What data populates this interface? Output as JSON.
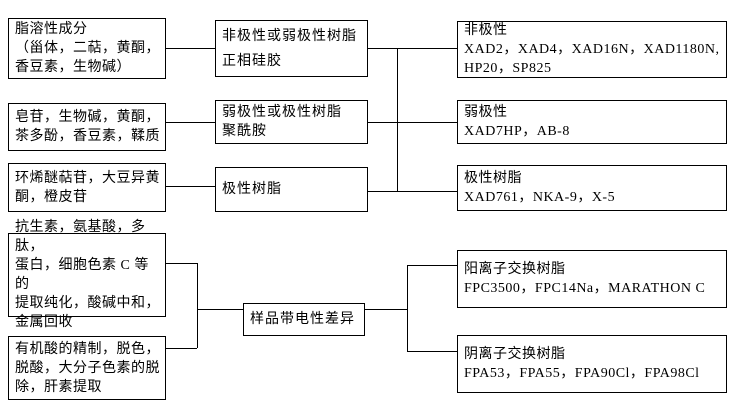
{
  "colors": {
    "box_border": "#000000",
    "connector": "#000000",
    "background": "#ffffff",
    "text": "#000000"
  },
  "diagram": {
    "left": {
      "box1": {
        "lines": [
          "脂溶性成分",
          "（甾体，二萜，黄酮，",
          "香豆素，生物碱）"
        ]
      },
      "box2": {
        "lines": [
          "皂苷，生物碱，黄酮，",
          "茶多酚，香豆素，鞣质"
        ]
      },
      "box3": {
        "lines": [
          "环烯醚萜苷，大豆异黄",
          "酮，橙皮苷"
        ]
      },
      "box4": {
        "lines": [
          "抗生素，氨基酸，多肽，",
          "蛋白，细胞色素 C 等的",
          "提取纯化，酸碱中和，",
          "金属回收"
        ]
      },
      "box5": {
        "lines": [
          "有机酸的精制，脱色，",
          "脱酸，大分子色素的脱",
          "除，肝素提取"
        ]
      }
    },
    "middle": {
      "box1": {
        "lines": [
          "非极性或弱极性树脂",
          "正相硅胶"
        ]
      },
      "box2": {
        "lines": [
          "弱极性或极性树脂",
          "聚酰胺"
        ]
      },
      "box3": {
        "lines": [
          "极性树脂"
        ]
      },
      "box4": {
        "lines": [
          "样品带电性差异"
        ]
      }
    },
    "right": {
      "box1": {
        "lines": [
          "非极性",
          "XAD2，XAD4，XAD16N，XAD1180N,",
          "HP20，SP825"
        ]
      },
      "box2": {
        "lines": [
          "弱极性",
          "XAD7HP，AB-8"
        ]
      },
      "box3": {
        "lines": [
          "极性树脂",
          "XAD761，NKA-9，X-5"
        ]
      },
      "box4": {
        "lines": [
          "阳离子交换树脂",
          "FPC3500，FPC14Na，MARATHON C"
        ]
      },
      "box5": {
        "lines": [
          "阴离子交换树脂",
          "FPA53，FPA55，FPA90Cl，FPA98Cl"
        ]
      }
    }
  }
}
